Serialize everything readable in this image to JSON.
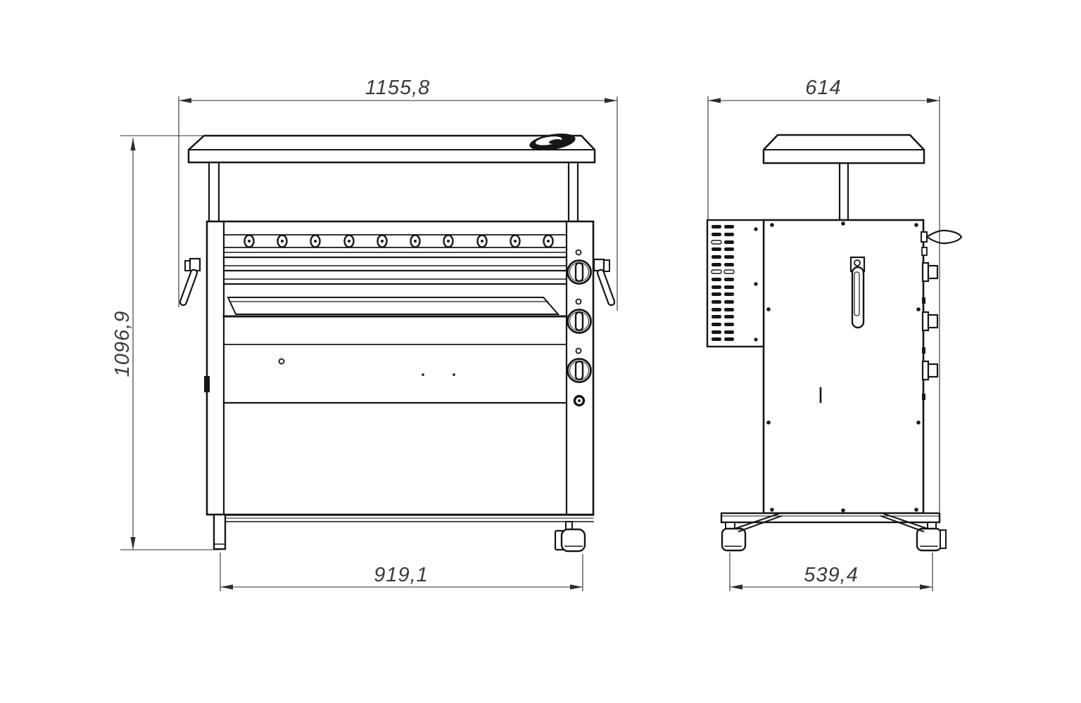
{
  "page": {
    "background_color": "#ffffff",
    "line_color": "#161616",
    "dimension_text_color": "#3a3a3a"
  },
  "views": {
    "front": {
      "name": "front-view",
      "dim_width_label": "1155,8",
      "dim_height_label": "1096,9",
      "dim_base_label": "919,1",
      "skewer_count": 10,
      "control_knob_count": 3
    },
    "side": {
      "name": "side-view",
      "dim_depth_label": "614",
      "dim_base_label": "539,4",
      "vent_slot_rows": 16,
      "vent_slot_cols": 2
    }
  }
}
